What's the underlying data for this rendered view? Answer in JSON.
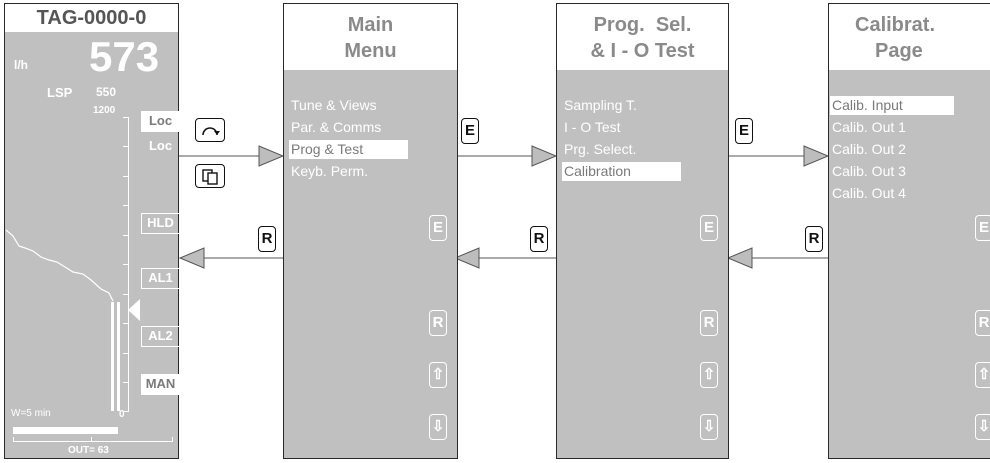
{
  "faceplate": {
    "tag": "TAG-0000-0",
    "unit": "l/h",
    "pv": "573",
    "lsp_label": "LSP",
    "lsp_value": "550",
    "scale_max": "1200",
    "scale_min": "0",
    "window": "W=5 min",
    "out": "OUT= 63",
    "modes": [
      "Loc",
      "Loc",
      "HLD",
      "AL1",
      "AL2",
      "MAN"
    ]
  },
  "panels": [
    {
      "title": [
        "Main",
        "Menu"
      ],
      "items": [
        "Tune & Views",
        "Par. & Comms",
        "Prog & Test",
        "Keyb. Perm."
      ],
      "selected": 2,
      "keys": [
        "E",
        "R",
        "⇧",
        "⇩"
      ]
    },
    {
      "title": [
        "Prog.  Sel.",
        "& I - O Test"
      ],
      "items": [
        "Sampling T.",
        "I - O Test",
        "Prg. Select.",
        "Calibration"
      ],
      "selected": 3,
      "keys": [
        "E",
        "R",
        "⇧",
        "⇩"
      ]
    },
    {
      "title": [
        "Calibrat.",
        "Page"
      ],
      "items": [
        "Calib. Input",
        "Calib. Out 1",
        "Calib. Out 2",
        "Calib. Out 3",
        "Calib. Out 4"
      ],
      "selected": 0,
      "keys": [
        "E",
        "R",
        "⇧",
        "⇩"
      ]
    }
  ],
  "connectors": {
    "enter_key": "E",
    "return_key": "R"
  }
}
